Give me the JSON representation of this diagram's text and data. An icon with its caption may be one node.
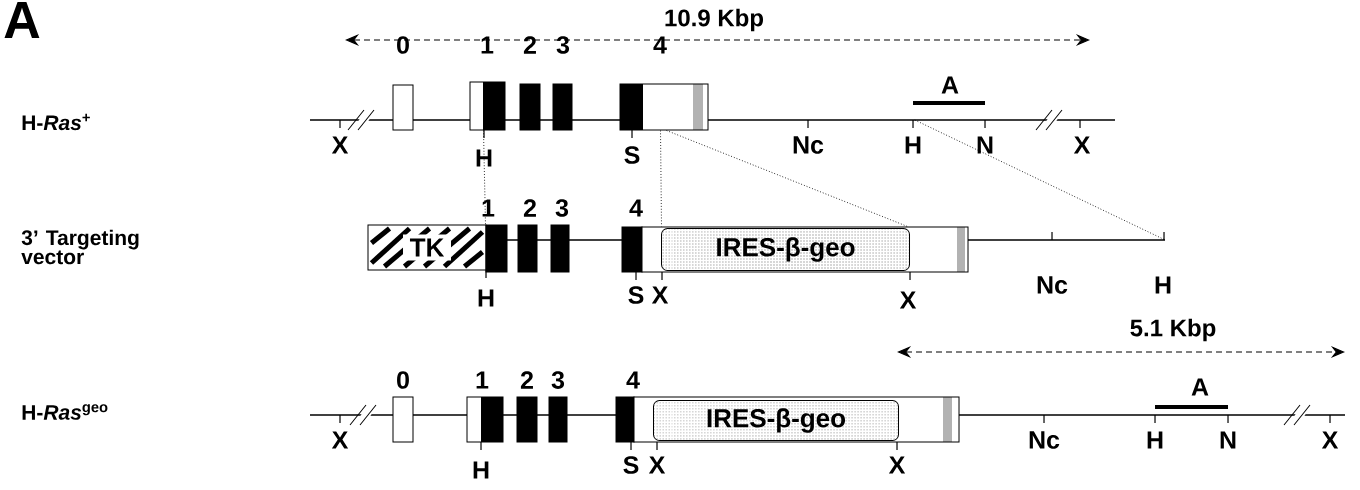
{
  "diagram": {
    "nodes": [
      {
        "text": [],
        "shape": "bar"
      },
      {
        "text": [],
        "shape": "box"
      },
      {
        "text": [],
        "shape": "box"
      },
      {
        "text": [],
        "shape": "box"
      },
      {
        "text": [],
        "shape": "box"
      },
      {
        "text": [],
        "shape": "box"
      },
      {
        "text": [
          "TK"
        ]
      },
      {
        "text": [],
        "shape": "bar"
      },
      {
        "text": [],
        "shape": "box"
      },
      {
        "text": [],
        "shape": "box"
      },
      {
        "text": [],
        "shape": "box"
      },
      {
        "text": [],
        "shape": "box"
      },
      {
        "text": [],
        "shape": "box"
      },
      {
        "text": [
          "IRES-β-geo"
        ],
        "in": 12
      },
      {
        "text": [],
        "shape": "bar"
      },
      {
        "text": [],
        "shape": "box"
      },
      {
        "text": [],
        "shape": "box"
      },
      {
        "text": [],
        "shape": "box"
      },
      {
        "text": [],
        "shape": "box"
      },
      {
        "text": [],
        "shape": "box"
      },
      {
        "text": [],
        "shape": "box"
      },
      {
        "text": [
          "IRES-β-geo"
        ],
        "in": 20
      }
    ],
    "edges": [
      {
        "from": 2,
        "to": 8,
        "arrow": "none",
        "style": "dashed"
      },
      {
        "from": 5,
        "to": 12,
        "arrow": "none",
        "style": "dashed"
      },
      {
        "from": 5,
        "to": 12,
        "arrow": "none",
        "style": "dashed"
      },
      {
        "from": 0,
        "to": 7,
        "arrow": "none",
        "style": "dashed"
      }
    ],
    "labels": [
      "A",
      "10.9 Kbp",
      "0",
      "1",
      "2",
      "3",
      "4",
      "A",
      "H-*Ras*$^{+}$",
      "X",
      "H",
      "S",
      "Nc",
      "H",
      "N",
      "X",
      "1",
      "2",
      "3",
      "4",
      "3’ Targeting vector",
      "H",
      "S",
      "X",
      "X",
      "Nc",
      "H",
      "5.1 Kbp",
      "0",
      "1",
      "2",
      "3",
      "4",
      "A",
      "H-*Ras*$^{geo}$",
      "X",
      "H",
      "S",
      "X",
      "X",
      "Nc",
      "H",
      "N",
      "X"
    ]
  }
}
